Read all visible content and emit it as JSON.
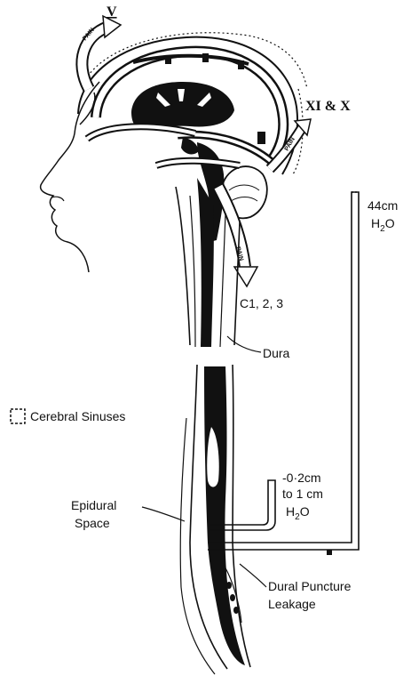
{
  "figure": {
    "nerve_v": "V",
    "nerve_xi_x": "XI & X",
    "pain_upper": "PAIN",
    "pain_right": "PAIN",
    "pain_lower": "PAIN",
    "cervical": "C1, 2, 3",
    "dura": "Dura",
    "legend_label": "Cerebral Sinuses",
    "pressure_high_value": "44cm",
    "pressure_high_unit_h": "H",
    "pressure_high_unit_sub": "2",
    "pressure_high_unit_o": "O",
    "pressure_low_line1": "-0·2cm",
    "pressure_low_line2": "to 1 cm",
    "pressure_low_unit_h": "H",
    "pressure_low_unit_sub": "2",
    "pressure_low_unit_o": "O",
    "epidural_line1": "Epidural",
    "epidural_line2": "Space",
    "leak_line1": "Dural Puncture",
    "leak_line2": "Leakage"
  },
  "colors": {
    "ink": "#111111",
    "paper": "#ffffff"
  }
}
